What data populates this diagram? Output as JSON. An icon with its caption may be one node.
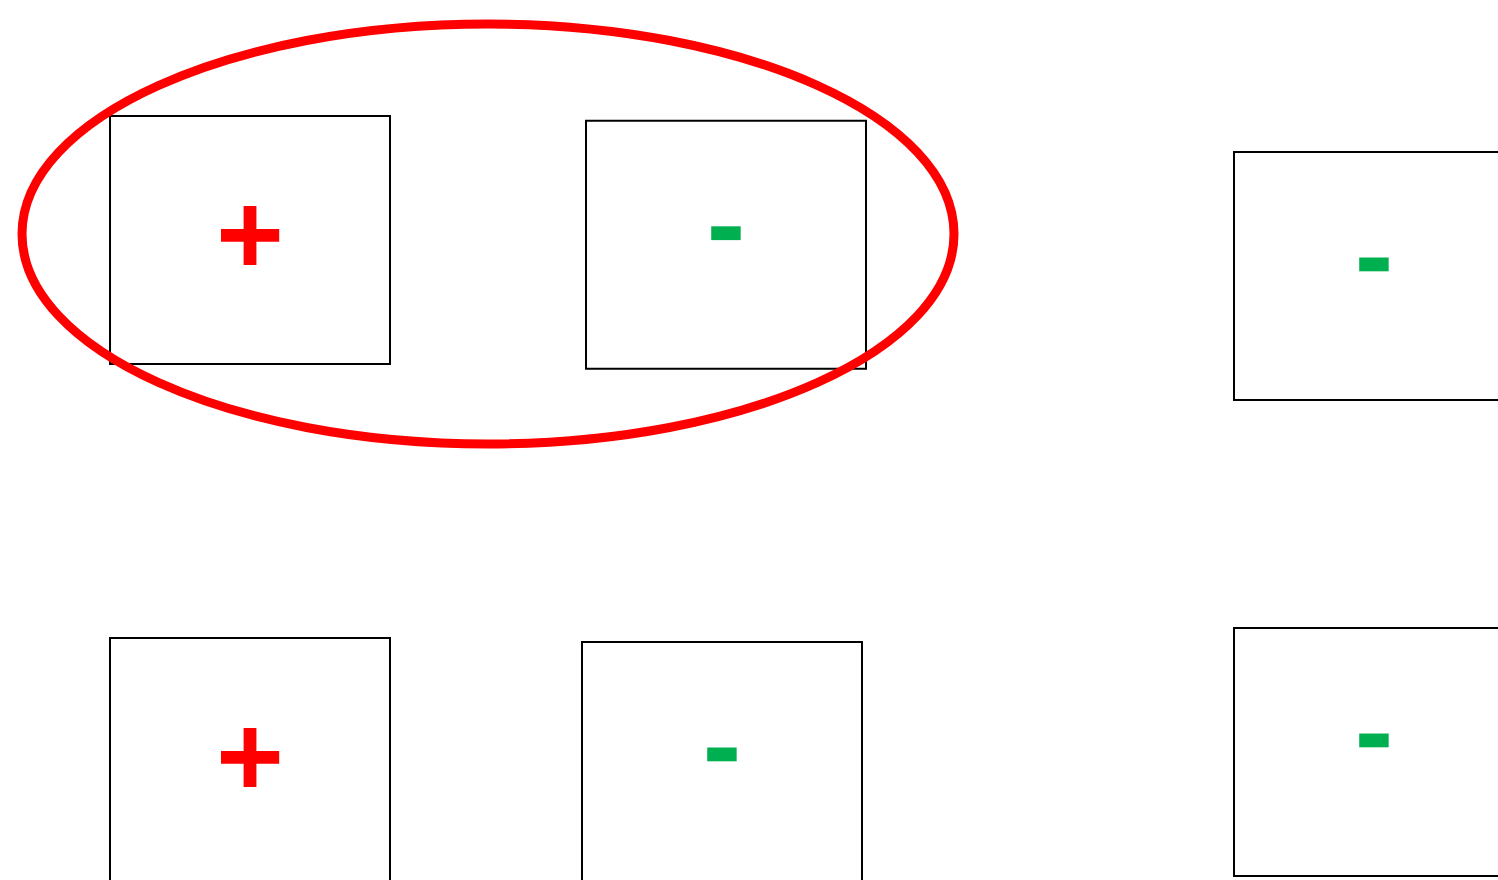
{
  "diagram": {
    "nodes": [
      {
        "text": [],
        "shape": "ellipse"
      },
      {
        "text": [
          "+"
        ],
        "in": 0
      },
      {
        "text": [
          "-"
        ],
        "in": 0
      },
      {
        "text": [
          "-"
        ]
      },
      {
        "text": [
          "+"
        ]
      },
      {
        "text": [
          "-"
        ]
      },
      {
        "text": [
          "-"
        ]
      }
    ]
  }
}
